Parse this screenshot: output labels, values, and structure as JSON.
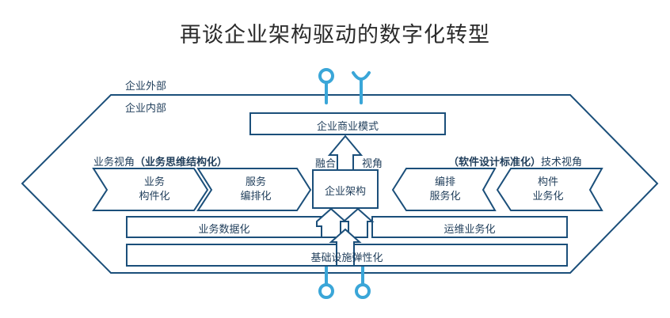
{
  "title": "再谈企业架构驱动的数字化转型",
  "labels": {
    "external": "企业外部",
    "internal": "企业内部",
    "top_box": "企业商业模式",
    "biz_view": "业务视角",
    "biz_view_note": "（业务思维结构化）",
    "tech_view": "技术视角",
    "tech_view_note": "（软件设计标准化）",
    "fusion": "融合",
    "view": "视角",
    "center_box": "企业架构",
    "left_chevron_1": [
      "业务",
      "构件化"
    ],
    "left_chevron_2": [
      "服务",
      "编排化"
    ],
    "right_chevron_1": [
      "编排",
      "服务化"
    ],
    "right_chevron_2": [
      "构件",
      "业务化"
    ],
    "bar_left": "业务数据化",
    "bar_right": "运维业务化",
    "bottom_bar": "基础设施弹性化"
  },
  "colors": {
    "line": "#1b4f7a",
    "accent": "#3aa6d8"
  }
}
